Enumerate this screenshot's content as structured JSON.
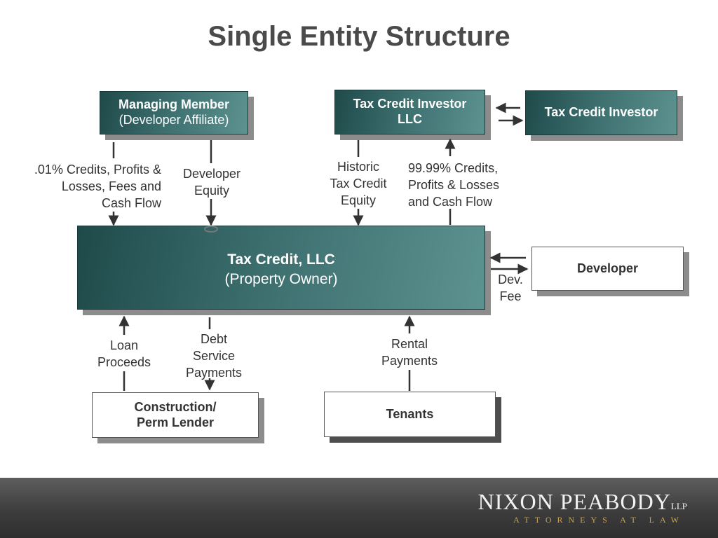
{
  "title": "Single Entity Structure",
  "boxes": {
    "managing_member": {
      "line1": "Managing Member",
      "line2": "(Developer Affiliate)"
    },
    "tc_investor_llc": {
      "line1": "Tax Credit Investor",
      "line2": "LLC"
    },
    "tc_investor": {
      "line1": "Tax Credit Investor"
    },
    "tax_credit_llc": {
      "line1": "Tax Credit, LLC",
      "line2": "(Property Owner)"
    },
    "developer": {
      "line1": "Developer"
    },
    "lender": {
      "line1": "Construction/",
      "line2": "Perm Lender"
    },
    "tenants": {
      "line1": "Tenants"
    }
  },
  "labels": {
    "mm_flow": [
      ".01% Credits, Profits &",
      "Losses, Fees and",
      "Cash Flow"
    ],
    "dev_equity": [
      "Developer",
      "Equity"
    ],
    "historic_equity": [
      "Historic",
      "Tax Credit",
      "Equity"
    ],
    "investor_flow": [
      "99.99% Credits,",
      "Profits & Losses",
      "and Cash Flow"
    ],
    "dev_fee": [
      "Dev.",
      "Fee"
    ],
    "loan_proceeds": [
      "Loan",
      "Proceeds"
    ],
    "debt_service": [
      "Debt",
      "Service",
      "Payments"
    ],
    "rental_payments": [
      "Rental",
      "Payments"
    ]
  },
  "footer": {
    "logo": "NIXON PEABODY",
    "logo_suffix": "LLP",
    "tagline": "ATTORNEYS AT LAW"
  },
  "colors": {
    "box_dark_start": "#1f4a4a",
    "box_dark_end": "#5c9290",
    "shadow": "#8c8c8c",
    "logo_gold": "#c8a350"
  }
}
